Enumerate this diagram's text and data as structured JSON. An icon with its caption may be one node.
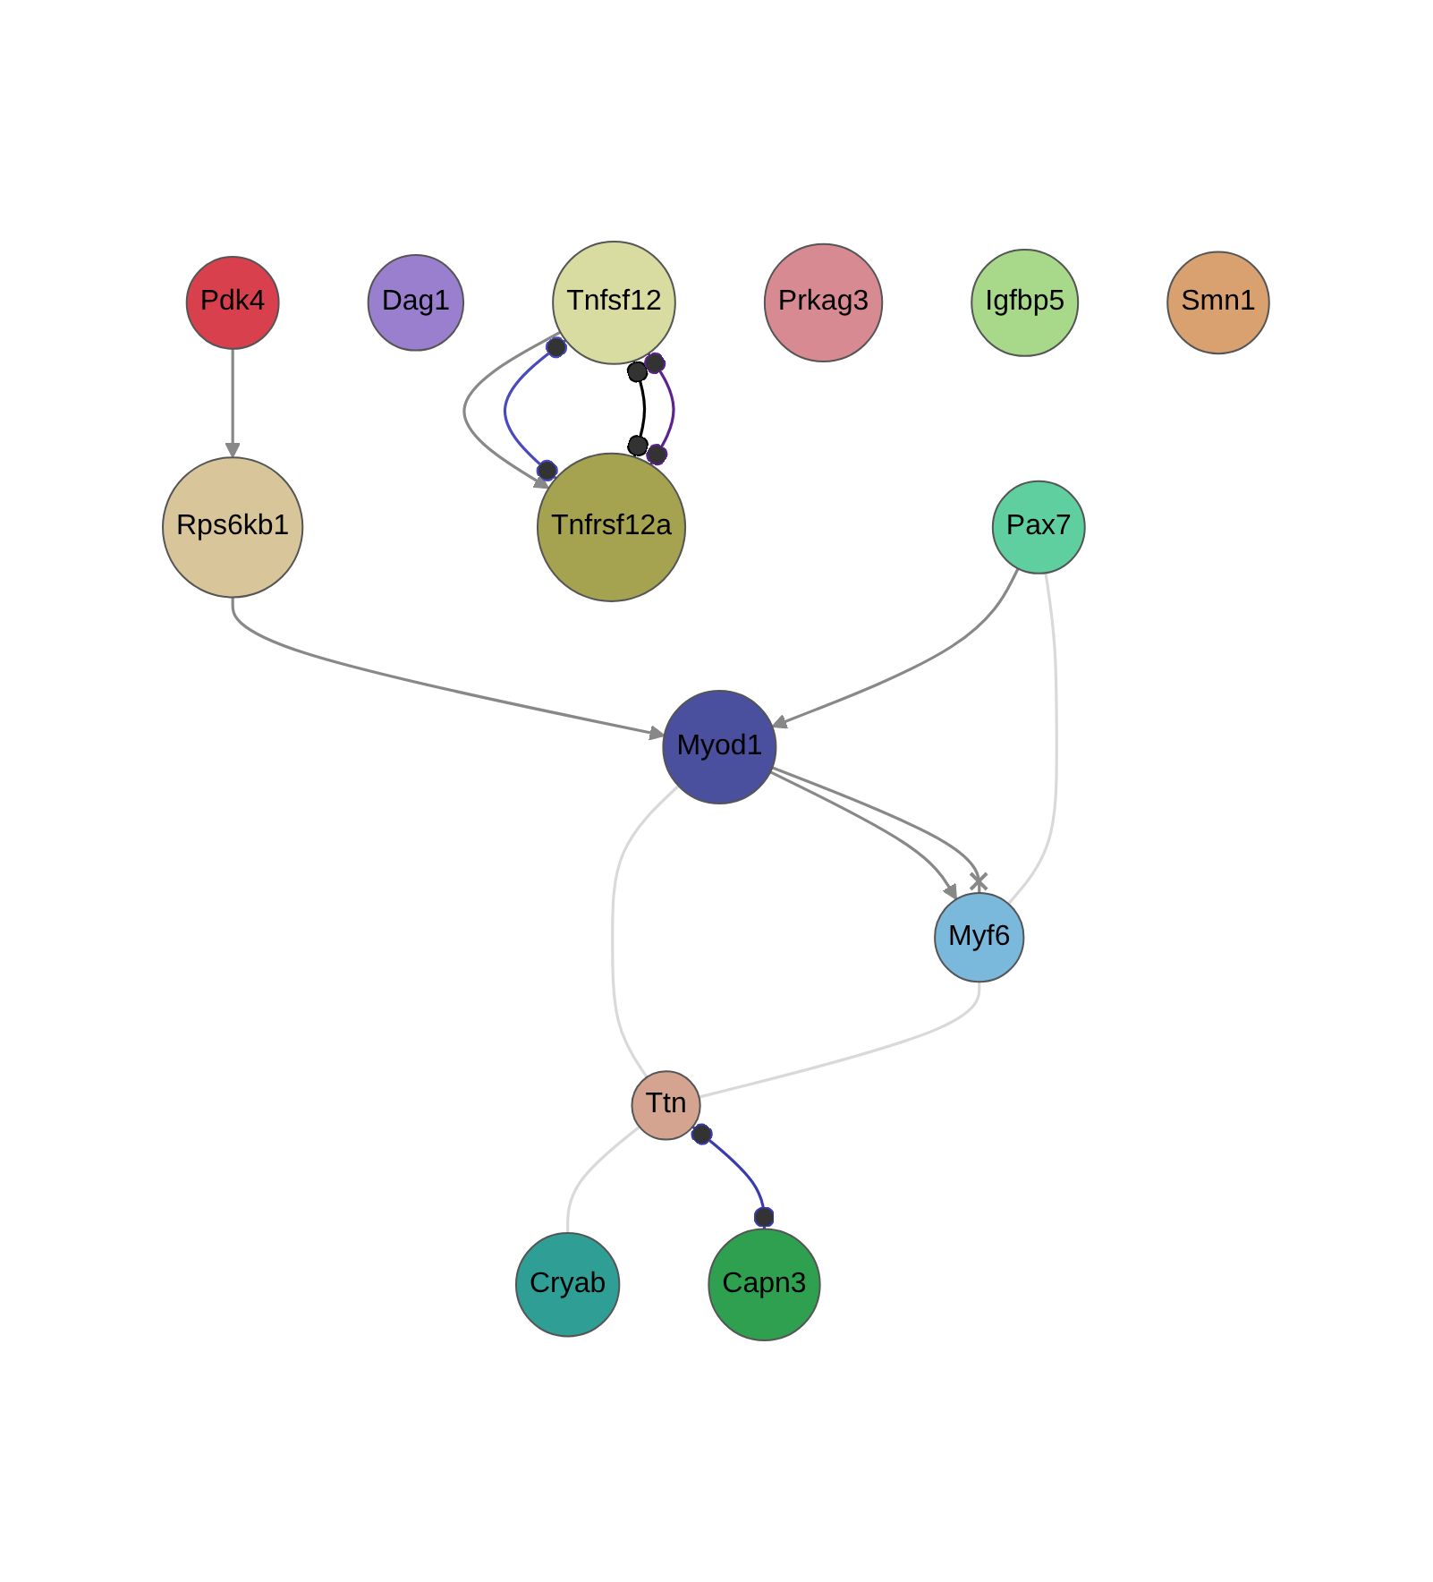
{
  "diagram": {
    "nodes": [
      {
        "text": [
          "Pdk4"
        ]
      },
      {
        "text": [
          "Rps6kb1"
        ]
      },
      {
        "text": [
          "Dag1"
        ]
      },
      {
        "text": [
          "Tnfrsf12a"
        ]
      },
      {
        "text": [
          "Tnfsf12"
        ]
      },
      {
        "text": [
          "Myod1"
        ]
      },
      {
        "text": [
          "Pax7"
        ]
      },
      {
        "text": [
          "Prkag3"
        ]
      },
      {
        "text": [
          "Myf6"
        ]
      },
      {
        "text": [
          "Igfbp5"
        ]
      },
      {
        "text": [
          "Smn1"
        ]
      },
      {
        "text": [
          "Ttn"
        ]
      },
      {
        "text": [
          "Cryab"
        ]
      },
      {
        "text": [
          "Capn3"
        ]
      }
    ],
    "edges": [
      {
        "from": 0,
        "to": 1,
        "arrow": "to"
      },
      {
        "from": 1,
        "to": 5,
        "arrow": "to"
      },
      {
        "from": 4,
        "to": 3,
        "arrow": "to"
      },
      {
        "from": 4,
        "to": 3,
        "arrow": "other",
        "color": "#4a4ac0"
      },
      {
        "from": 4,
        "to": 3,
        "arrow": "other",
        "color": "#000000"
      },
      {
        "from": 4,
        "to": 3,
        "arrow": "other",
        "color": "#5e2290"
      },
      {
        "from": 6,
        "to": 5,
        "arrow": "to"
      },
      {
        "from": 5,
        "to": 8,
        "arrow": "to"
      },
      {
        "from": 5,
        "to": 8,
        "arrow": "other"
      },
      {
        "from": 5,
        "to": 11,
        "arrow": "none",
        "color": "#d9d9d9"
      },
      {
        "from": 6,
        "to": 8,
        "arrow": "none",
        "color": "#d9d9d9"
      },
      {
        "from": 8,
        "to": 11,
        "arrow": "none",
        "color": "#d9d9d9"
      },
      {
        "from": 11,
        "to": 12,
        "arrow": "none",
        "color": "#d9d9d9"
      },
      {
        "from": 11,
        "to": 13,
        "arrow": "other",
        "color": "#3b3bb0"
      }
    ]
  }
}
